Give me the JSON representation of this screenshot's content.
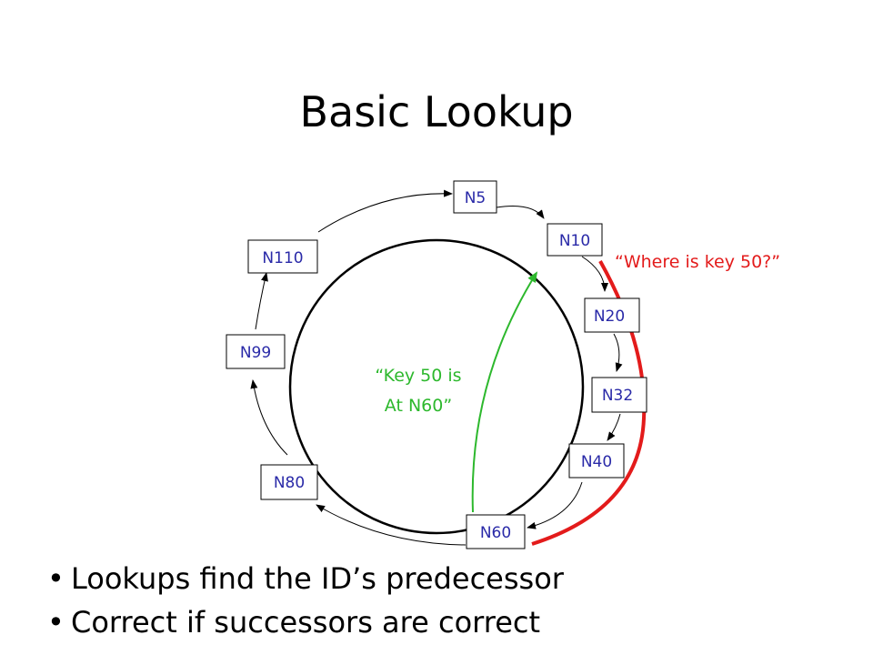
{
  "title": "Basic Lookup",
  "nodes": [
    "N5",
    "N10",
    "N20",
    "N32",
    "N40",
    "N60",
    "N80",
    "N99",
    "N110"
  ],
  "query_label": "“Where is key 50?”",
  "answer_label_line1": "“Key 50 is",
  "answer_label_line2": "At N60”",
  "bullets": [
    "Lookups find the ID’s predecessor",
    "Correct if successors are correct"
  ],
  "colors": {
    "node_text": "#2a2aa8",
    "query": "#e31b1b",
    "answer": "#2db82d",
    "ring": "#000000"
  }
}
